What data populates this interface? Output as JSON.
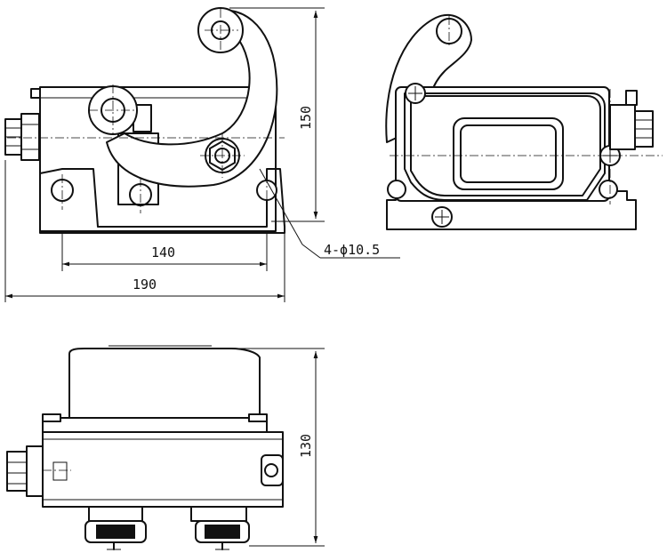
{
  "drawing": {
    "dimensions": {
      "height_right_view": "150",
      "mounting_span": "140",
      "overall_width": "190",
      "hole_callout": "4-ϕ10.5",
      "height_bottom_view": "130"
    }
  },
  "colors": {
    "line": "#111111",
    "background": "#ffffff"
  }
}
